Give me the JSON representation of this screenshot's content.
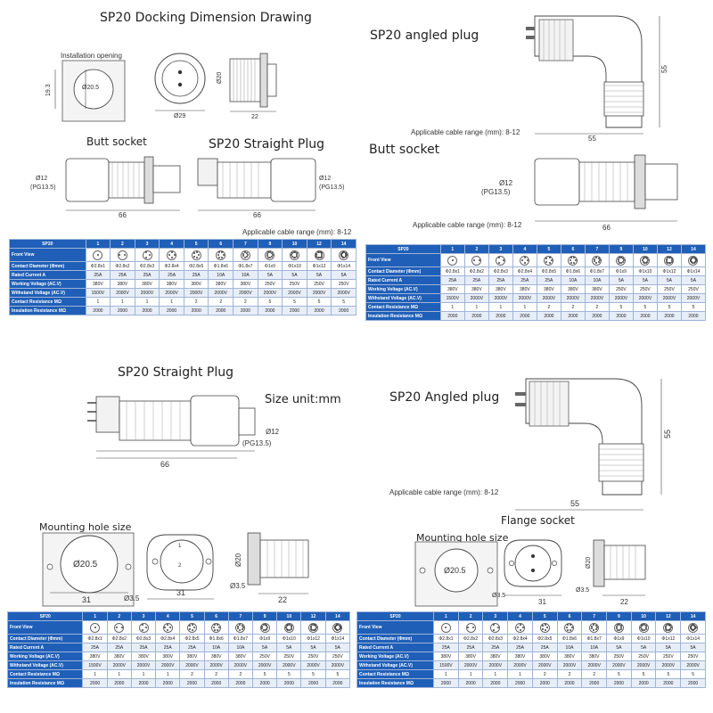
{
  "titles": {
    "docking": "SP20 Docking Dimension Drawing",
    "angled_top": "SP20 angled plug",
    "butt_left": "Butt socket",
    "straight_top": "SP20 Straight Plug",
    "butt_right": "Butt socket",
    "straight_bottom": "SP20 Straight Plug",
    "size_unit": "Size unit:mm",
    "angled_bottom": "SP20 Angled plug",
    "flange": "Flange socket",
    "mount_left": "Mounting hole size",
    "mount_right": "Mounting hole size"
  },
  "labels": {
    "installation_opening": "Installation opening",
    "d20_5": "Ø20.5",
    "h19_3": "19.3",
    "d29": "Ø29",
    "d20": "Ø20",
    "w22": "22",
    "w55": "55",
    "h55": "55",
    "d12": "Ø12",
    "pg": "(PG13.5)",
    "w66": "66",
    "cable_range": "Applicable cable range (mm): 8-12",
    "w31": "31",
    "d3_5": "Ø3.5",
    "pin_a": "1",
    "pin_b": "2"
  },
  "table": {
    "corner": "SP20",
    "headers": [
      "1",
      "2",
      "3",
      "4",
      "5",
      "6",
      "7",
      "9",
      "10",
      "12",
      "14"
    ],
    "front_view_label": "Front View",
    "pin_counts": [
      1,
      2,
      3,
      4,
      5,
      6,
      7,
      9,
      10,
      12,
      14
    ],
    "rows": [
      {
        "label": "Contact Diameter (Φmm)",
        "values": [
          "Φ2.8x1",
          "Φ2.8x2",
          "Φ2.8x3",
          "Φ2.8x4",
          "Φ2.8x5",
          "Φ1.8x6",
          "Φ1.8x7",
          "Φ1x9",
          "Φ1x10",
          "Φ1x12",
          "Φ1x14"
        ]
      },
      {
        "label": "Rated Current A",
        "values": [
          "25A",
          "25A",
          "25A",
          "25A",
          "25A",
          "10A",
          "10A",
          "5A",
          "5A",
          "5A",
          "5A"
        ]
      },
      {
        "label": "Working Voltage (AC.V)",
        "values": [
          "380V",
          "380V",
          "380V",
          "380V",
          "380V",
          "380V",
          "380V",
          "250V",
          "250V",
          "250V",
          "250V"
        ]
      },
      {
        "label": "Withstand Voltage (AC.V)",
        "values": [
          "1500V",
          "2000V",
          "2000V",
          "2000V",
          "2000V",
          "2000V",
          "2000V",
          "2000V",
          "2000V",
          "2000V",
          "2000V"
        ]
      },
      {
        "label": "Contact Resistance MΩ",
        "values": [
          "1",
          "1",
          "1",
          "1",
          "2",
          "2",
          "2",
          "5",
          "5",
          "5",
          "5"
        ]
      },
      {
        "label": "Insulation Resistance MΩ",
        "values": [
          "2000",
          "2000",
          "2000",
          "2000",
          "2000",
          "2000",
          "2000",
          "2000",
          "2000",
          "2000",
          "2000"
        ]
      }
    ]
  },
  "colors": {
    "header_blue": "#1f5fb8",
    "line": "#333333",
    "alt_row": "#e8eef8"
  }
}
